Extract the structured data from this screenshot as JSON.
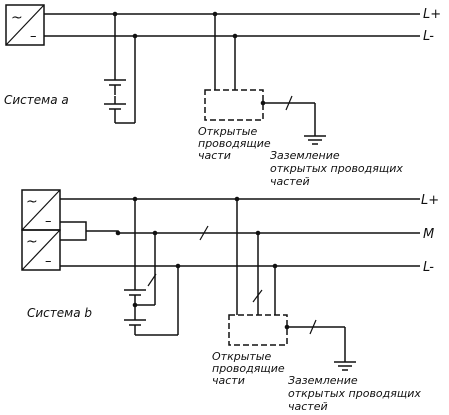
{
  "system_a": {
    "label": "Система a",
    "rail_pos": "L+",
    "rail_neg": "L-",
    "converter_ac_symbol": "~",
    "converter_dc_symbol": "–",
    "parts_label": [
      "Открытые",
      "проводящие",
      "части"
    ],
    "earthing_label": [
      "Заземление",
      "открытых проводящих",
      "частей"
    ]
  },
  "system_b": {
    "label": "Система b",
    "rail_pos": "L+",
    "rail_mid": "M",
    "rail_neg": "L-",
    "converter_ac_symbol": "~",
    "converter_dc_symbol": "–",
    "parts_label": [
      "Открытые",
      "проводящие",
      "части"
    ],
    "earthing_label": [
      "Заземление",
      "открытых проводящих",
      "частей"
    ]
  }
}
